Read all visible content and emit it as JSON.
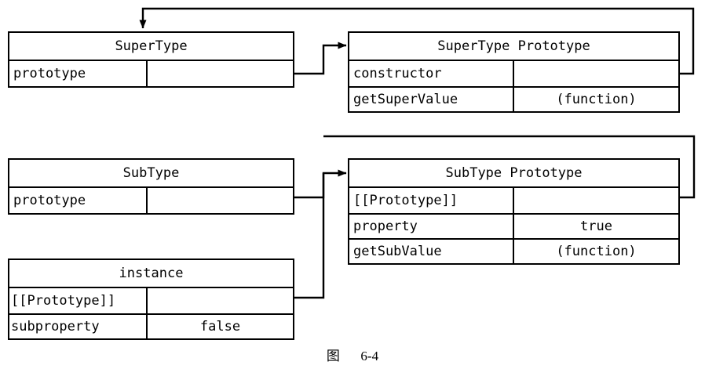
{
  "figure": {
    "caption_label": "图",
    "caption_number": "6-4"
  },
  "boxes": [
    {
      "id": "supertype",
      "title": "SuperType",
      "rows": [
        {
          "key": "prototype",
          "value": "",
          "has_pointer": true
        }
      ]
    },
    {
      "id": "supertype-prototype",
      "title": "SuperType Prototype",
      "rows": [
        {
          "key": "constructor",
          "value": "",
          "has_pointer": true
        },
        {
          "key": "getSuperValue",
          "value": "(function)",
          "has_pointer": false
        }
      ]
    },
    {
      "id": "subtype",
      "title": "SubType",
      "rows": [
        {
          "key": "prototype",
          "value": "",
          "has_pointer": true
        }
      ]
    },
    {
      "id": "subtype-prototype",
      "title": "SubType Prototype",
      "rows": [
        {
          "key": "[[Prototype]]",
          "value": "",
          "has_pointer": true
        },
        {
          "key": "property",
          "value": "true",
          "has_pointer": false
        },
        {
          "key": "getSubValue",
          "value": "(function)",
          "has_pointer": false
        }
      ]
    },
    {
      "id": "instance",
      "title": "instance",
      "rows": [
        {
          "key": "[[Prototype]]",
          "value": "",
          "has_pointer": true
        },
        {
          "key": "subproperty",
          "value": "false",
          "has_pointer": false
        }
      ]
    }
  ],
  "connections": [
    {
      "from": "supertype.prototype",
      "to": "supertype-prototype"
    },
    {
      "from": "supertype-prototype.constructor",
      "to": "supertype"
    },
    {
      "from": "subtype.prototype",
      "to": "subtype-prototype"
    },
    {
      "from": "instance.[[Prototype]]",
      "to": "subtype-prototype"
    },
    {
      "from": "subtype-prototype.[[Prototype]]",
      "to": "supertype-prototype"
    }
  ],
  "colors": {
    "line": "#000000",
    "box_fill": "#ffffff",
    "text": "#000000"
  }
}
